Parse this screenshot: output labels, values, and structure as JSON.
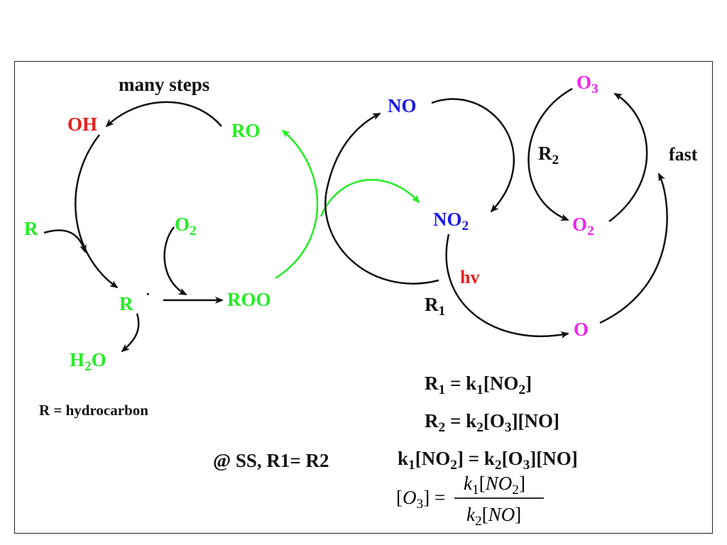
{
  "colors": {
    "red": "#e81e1e",
    "green": "#22ee22",
    "blue": "#1a1ae6",
    "magenta": "#ee22ee",
    "black": "#111111"
  },
  "labels": {
    "many_steps": "many steps",
    "oh": "OH",
    "ro": "RO",
    "r_left": "R",
    "o2_green": "O",
    "o2_green_sub": "2",
    "r_radical": "R",
    "radical_dot": "·",
    "roo": "ROO",
    "h2o_a": "H",
    "h2o_sub": "2",
    "h2o_b": "O",
    "r_def": "R = hydrocarbon",
    "no": "NO",
    "no2": "NO",
    "no2_sub": "2",
    "hv": "hv",
    "r1": "R",
    "r1_sub": "1",
    "o3": "O",
    "o3_sub": "3",
    "r2": "R",
    "r2_sub": "2",
    "fast": "fast",
    "o2_mag": "O",
    "o2_mag_sub": "2",
    "o_atom": "O"
  },
  "equations": {
    "eq1": {
      "a": "R",
      "a_sub": "1",
      "b": " = k",
      "b_sub": "1",
      "c": "[NO",
      "c_sub": "2",
      "d": "]"
    },
    "eq2": {
      "a": "R",
      "a_sub": "2",
      "b": " = k",
      "b_sub": "2",
      "c": "[O",
      "c_sub": "3",
      "d": "][NO]"
    },
    "ss": "@ SS, R1= R2",
    "eq3": {
      "a": "k",
      "a_sub": "1",
      "b": "[NO",
      "b_sub": "2",
      "c": "] = k",
      "c_sub": "2",
      "d": "[O",
      "d_sub": "3",
      "e": "][NO]"
    },
    "frac": {
      "lhs_a": "[",
      "lhs_b": "O",
      "lhs_sub": "3",
      "lhs_c": "] =",
      "num_a": "k",
      "num_sub": "1",
      "num_b": "[",
      "num_c": "NO",
      "num_sub2": "2",
      "num_d": "]",
      "den_a": "k",
      "den_sub": "2",
      "den_b": "[",
      "den_c": "NO",
      "den_d": "]"
    }
  }
}
